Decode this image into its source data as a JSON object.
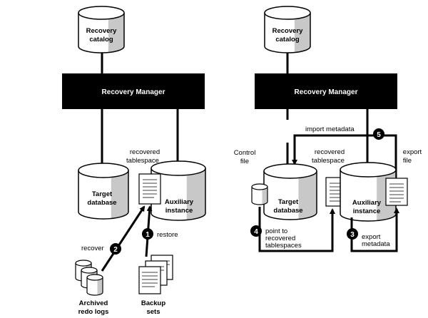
{
  "left": {
    "recovery_catalog": [
      "Recovery",
      "catalog"
    ],
    "recovery_manager": "Recovery Manager",
    "target_database": [
      "Target",
      "database"
    ],
    "auxiliary_instance": [
      "Auxiliary",
      "instance"
    ],
    "recovered_tablespace": [
      "recovered",
      "tablespace"
    ],
    "step1": "1",
    "step1_label": "restore",
    "step2": "2",
    "step2_label": "recover",
    "archived_redo_logs": [
      "Archived",
      "redo logs"
    ],
    "backup_sets": [
      "Backup",
      "sets"
    ]
  },
  "right": {
    "recovery_catalog": [
      "Recovery",
      "catalog"
    ],
    "recovery_manager": "Recovery Manager",
    "target_database": [
      "Target",
      "database"
    ],
    "auxiliary_instance": [
      "Auxiliary",
      "instance"
    ],
    "control_file": [
      "Control",
      "file"
    ],
    "recovered_tablespace": [
      "recovered",
      "tablespace"
    ],
    "export_file": [
      "export",
      "file"
    ],
    "step3": "3",
    "step3_label": [
      "export",
      "metadata"
    ],
    "step4": "4",
    "step4_label": [
      "point to",
      "recovered",
      "tablespaces"
    ],
    "step5": "5",
    "step5_label": "import metadata"
  },
  "colors": {
    "cylinder_shade": "#c8c8c8",
    "manager_fill": "#000000",
    "line": "#000000"
  }
}
